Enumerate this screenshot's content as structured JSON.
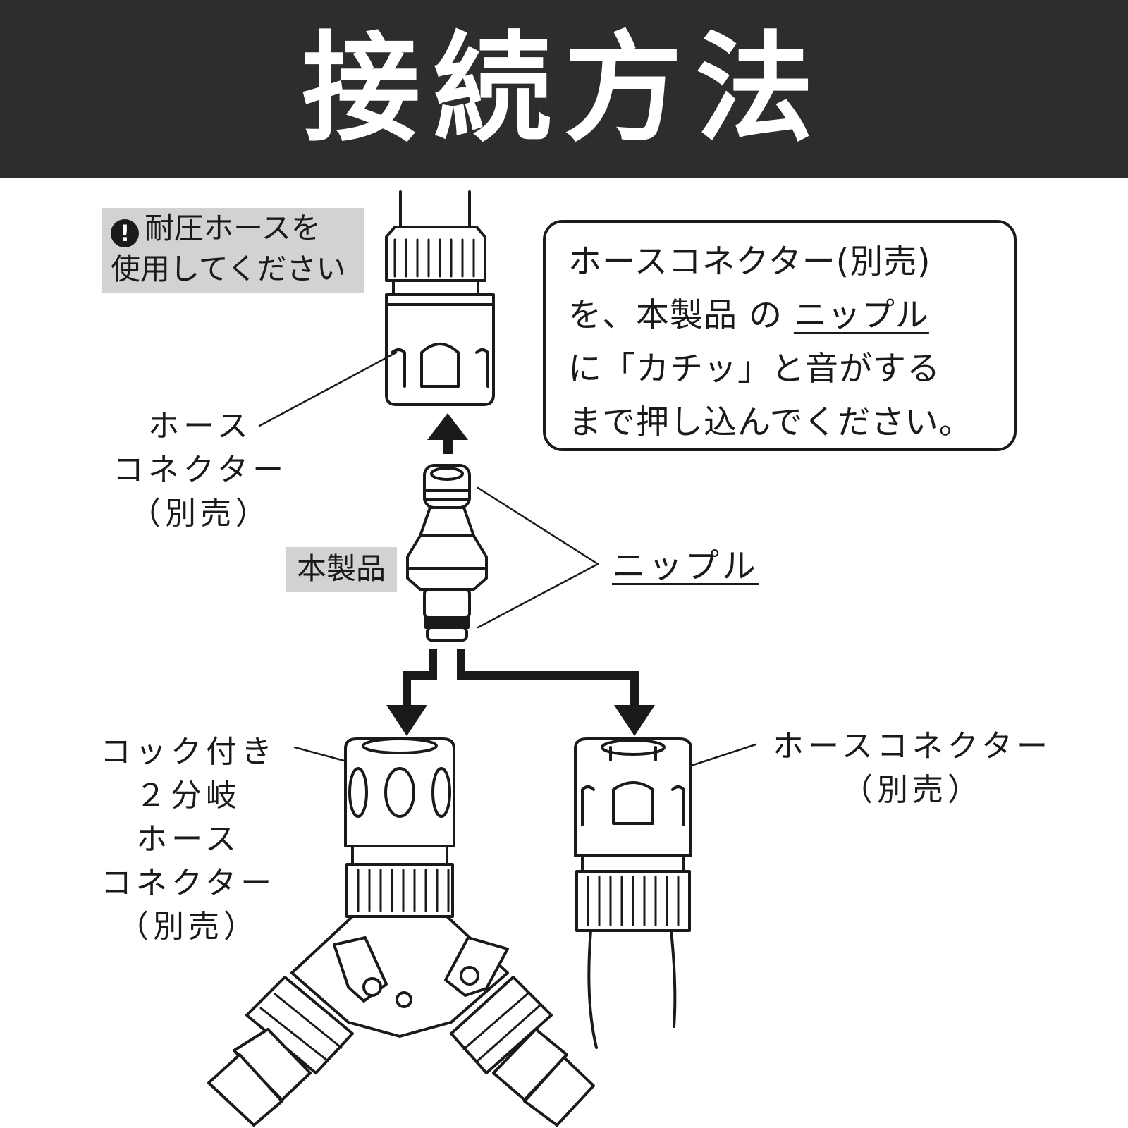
{
  "header": {
    "title": "接続方法"
  },
  "warning": {
    "icon": "exclamation-icon",
    "icon_glyph": "!",
    "line1": "耐圧ホースを",
    "line2": "使用してください"
  },
  "note": {
    "line1": "ホースコネクター(別売)",
    "line2_a": "を、本製品 の ",
    "line2_b": "ニップル",
    "line3": "に「カチッ」と音がする",
    "line4": "まで押し込んでください。"
  },
  "labels": {
    "top_connector": [
      "ホース",
      "コネクター",
      "（別売）"
    ],
    "product": "本製品",
    "nipple": "ニップル",
    "cock_connector": [
      "コック付き",
      "２分岐",
      "ホース",
      "コネクター",
      "（別売）"
    ],
    "right_connector": [
      "ホースコネクター",
      "（別売）"
    ]
  },
  "colors": {
    "header_bg": "#2d2d2d",
    "label_box": "#d2d2d2",
    "line": "#1a1a1a"
  }
}
